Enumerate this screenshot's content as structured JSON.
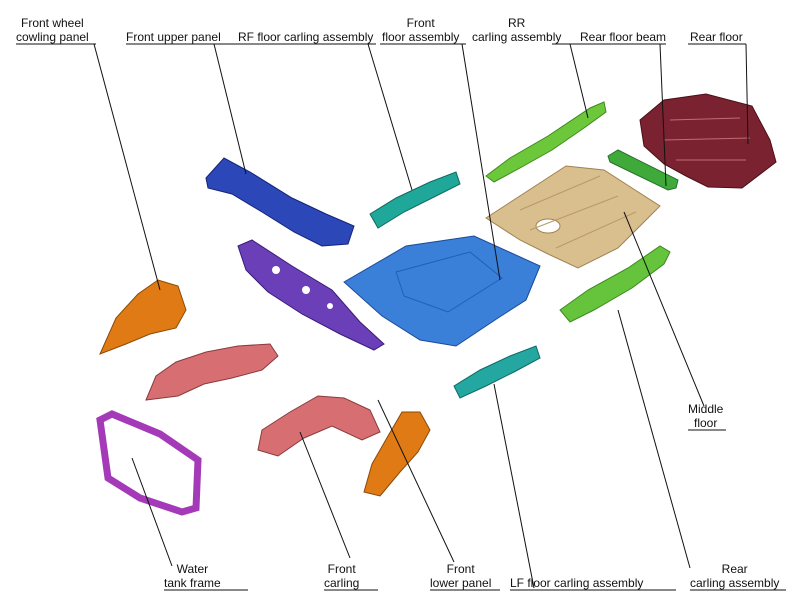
{
  "labels": {
    "front_wheel_cowling_panel": "Front wheel\ncowling panel",
    "front_upper_panel": "Front upper panel",
    "rf_floor_carling_assembly": "RF floor carling assembly",
    "front_floor_assembly": "Front\nfloor assembly",
    "rr_carling_assembly": "RR\ncarling assembly",
    "rear_floor_beam": "Rear floor beam",
    "rear_floor": "Rear floor",
    "middle_floor": "Middle\nfloor",
    "rear_carling_assembly": "Rear\ncarling assembly",
    "lf_floor_carling_assembly": "LF floor carling assembly",
    "front_lower_panel": "Front\nlower panel",
    "front_carling": "Front\ncarling",
    "water_tank_frame": "Water\ntank frame"
  },
  "colors": {
    "front_wheel_cowling_panel": "#E07A14",
    "front_upper_panel": "#2B47B8",
    "front_lower_panel": "#6B3FB8",
    "rf_floor_carling_assembly": "#1FA89A",
    "front_floor_assembly": "#3A7FD8",
    "rr_carling_assembly": "#6CC83A",
    "rear_floor_beam": "#3FAA3A",
    "rear_floor": "#7A2230",
    "middle_floor": "#D9BE8E",
    "rear_carling_assembly": "#66C33C",
    "lf_floor_carling_assembly": "#23A7A0",
    "front_carling": "#D76F72",
    "water_tank_frame": "#A53AB8"
  }
}
